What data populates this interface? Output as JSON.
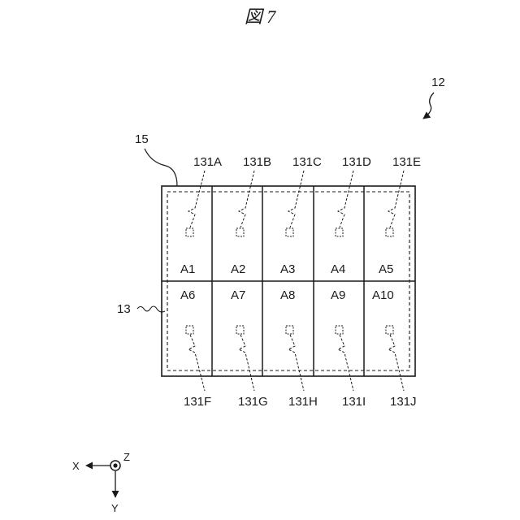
{
  "figure": {
    "title": "図 7"
  },
  "labels": {
    "device": "12",
    "outline": "15",
    "region": "13"
  },
  "areas": {
    "top": [
      "A1",
      "A2",
      "A3",
      "A4",
      "A5"
    ],
    "bottom": [
      "A6",
      "A7",
      "A8",
      "A9",
      "A10"
    ]
  },
  "sensors": {
    "top": [
      "131A",
      "131B",
      "131C",
      "131D",
      "131E"
    ],
    "bottom": [
      "131F",
      "131G",
      "131H",
      "131I",
      "131J"
    ]
  },
  "axes": {
    "x": "X",
    "y": "Y",
    "z": "Z"
  }
}
